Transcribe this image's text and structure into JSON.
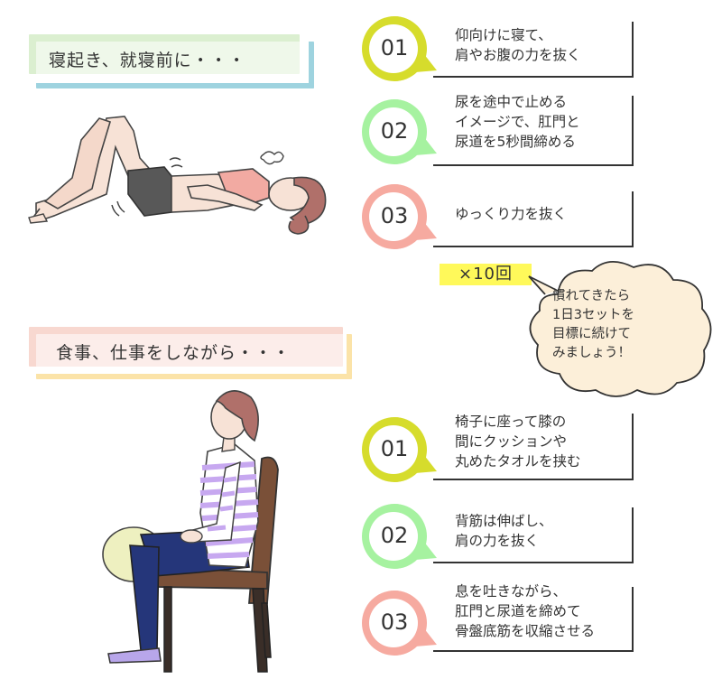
{
  "sections": [
    {
      "title": "寝起き、就寝前に・・・",
      "steps": [
        {
          "num": "01",
          "lines": [
            "仰向けに寝て、",
            "肩やお腹の力を抜く"
          ]
        },
        {
          "num": "02",
          "lines": [
            "尿を途中で止める",
            "イメージで、肛門と",
            "尿道を5秒間締める"
          ]
        },
        {
          "num": "03",
          "lines": [
            "ゆっくり力を抜く"
          ]
        }
      ]
    },
    {
      "title": "食事、仕事をしながら・・・",
      "steps": [
        {
          "num": "01",
          "lines": [
            "椅子に座って膝の",
            "間にクッションや",
            "丸めたタオルを挟む"
          ]
        },
        {
          "num": "02",
          "lines": [
            "背筋は伸ばし、",
            "肩の力を抜く"
          ]
        },
        {
          "num": "03",
          "lines": [
            "息を吐きながら、",
            "肛門と尿道を締めて",
            "骨盤底筋を収縮させる"
          ]
        }
      ]
    }
  ],
  "repeat_label": "×10回",
  "tip_bubble": {
    "lines": [
      "慣れてきたら",
      "1日3セットを",
      "目標に続けて",
      "みましょう！"
    ],
    "color": "#fcefd9"
  },
  "colors": {
    "step01_ring": "#d6dc2c",
    "step02_ring": "#a6f2a0",
    "step03_ring": "#f6aaa0",
    "section1_bar_a": "#dbefd0",
    "section1_bar_b": "#9ed3df",
    "section2_bar_a": "#f8d8d0",
    "section2_bar_b": "#fbe3a8",
    "highlight": "#fff95a"
  },
  "illustrations": {
    "lying_woman": "woman-lying-on-back-illustration",
    "sitting_woman": "woman-sitting-on-chair-with-cushion-illustration"
  }
}
